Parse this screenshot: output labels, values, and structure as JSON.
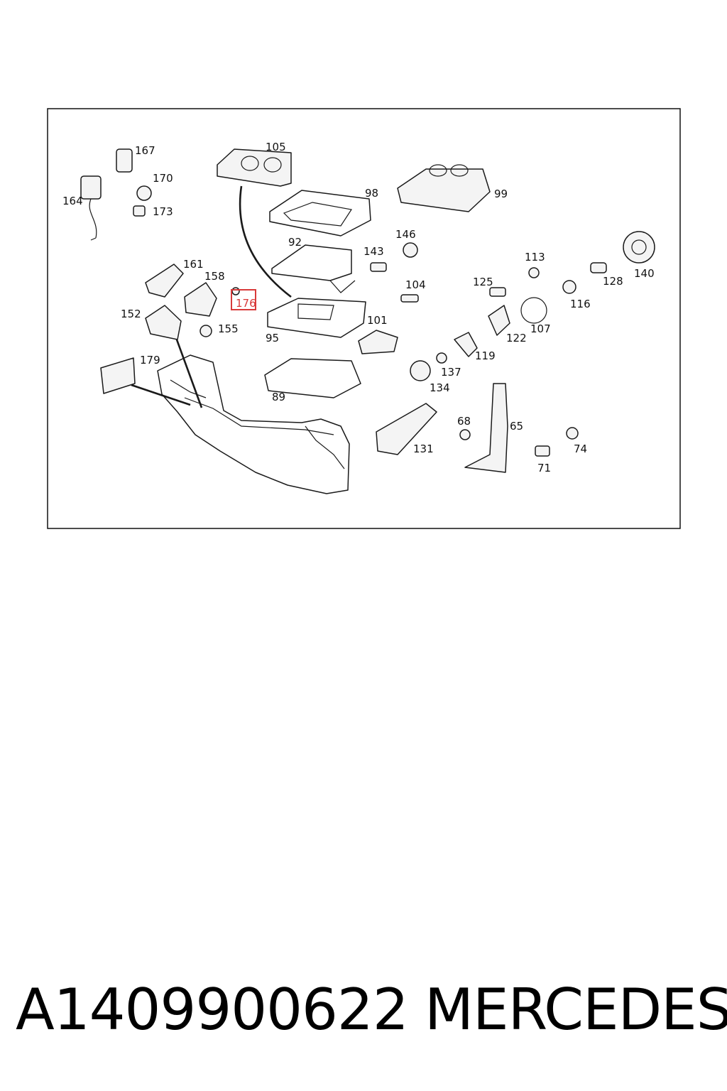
{
  "diagram": {
    "labels": [
      "105",
      "167",
      "170",
      "164",
      "173",
      "98",
      "99",
      "92",
      "146",
      "143",
      "161",
      "158",
      "176",
      "104",
      "113",
      "125",
      "128",
      "140",
      "152",
      "155",
      "95",
      "101",
      "116",
      "107",
      "122",
      "119",
      "137",
      "179",
      "89",
      "134",
      "68",
      "65",
      "131",
      "74",
      "71"
    ],
    "highlighted_label": "176",
    "highlight_color": "#d83a3a"
  },
  "footer": {
    "part_number": "A1409900622",
    "brand": "MERCEDES"
  }
}
